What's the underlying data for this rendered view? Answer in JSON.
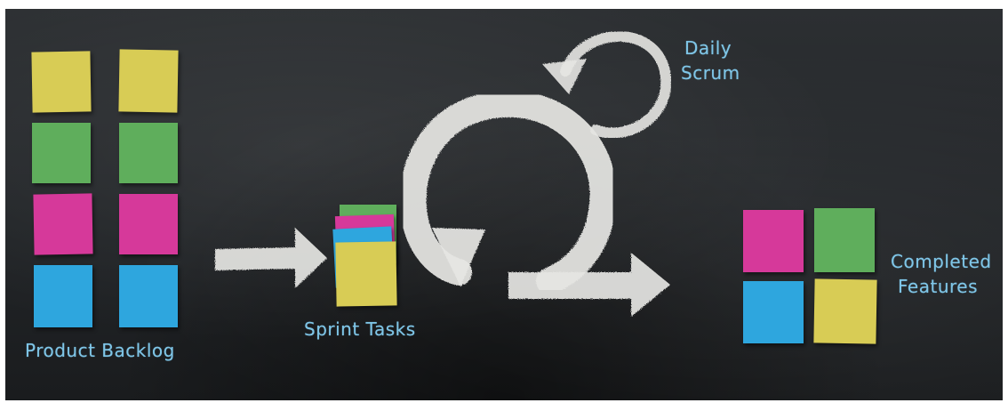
{
  "labels": {
    "product_backlog": "Product Backlog",
    "sprint_tasks": "Sprint Tasks",
    "daily_scrum_line1": "Daily",
    "daily_scrum_line2": "Scrum",
    "completed_line1": "Completed",
    "completed_line2": "Features"
  },
  "colors": {
    "yellow": "#d8cc55",
    "green": "#5fae5c",
    "pink": "#d6399a",
    "blue": "#2ea6de",
    "chalk": "#e8e8e6",
    "chalk_text": "#7fc6e8"
  }
}
